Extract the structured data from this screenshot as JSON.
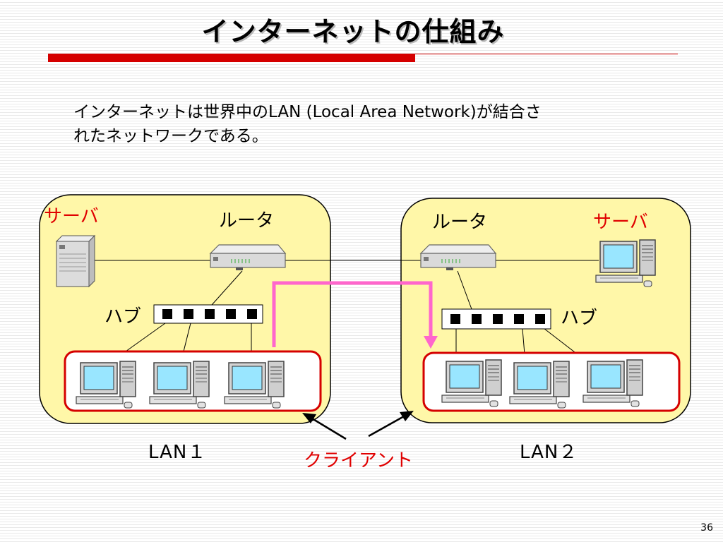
{
  "slide": {
    "title": "インターネットの仕組み",
    "description_lines": [
      "インターネットは世界中のLAN (Local Area Network)が結合さ",
      "れたネットワークである。"
    ],
    "page_number": "36"
  },
  "lan1": {
    "server_label": "サーバ",
    "router_label": "ルータ",
    "hub_label": "ハブ",
    "name": "LAN１"
  },
  "lan2": {
    "server_label": "サーバ",
    "router_label": "ルータ",
    "hub_label": "ハブ",
    "name": "LAN２"
  },
  "client_label": "クライアント",
  "colors": {
    "lan_fill": "#fff7a8",
    "accent_red": "#d50000",
    "label_red": "#e00000",
    "arrow_pink": "#ff66cc",
    "screen": "#99e6ff"
  }
}
